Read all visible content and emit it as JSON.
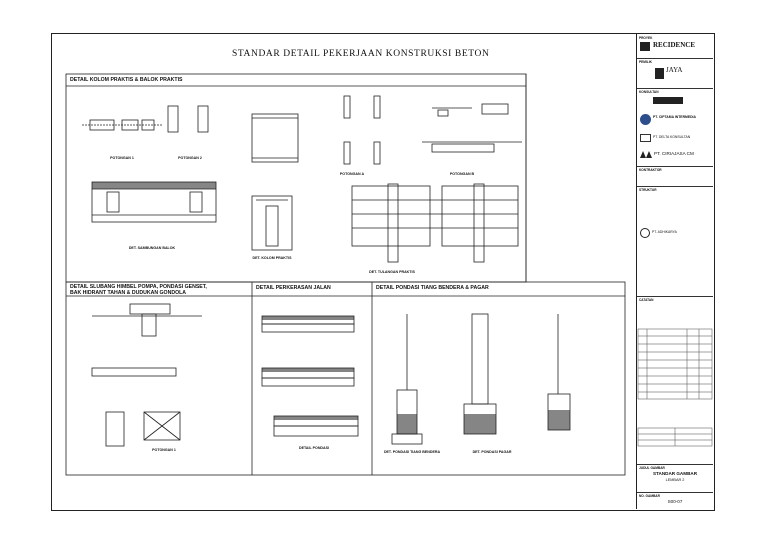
{
  "drawing": {
    "title": "STANDAR DETAIL PEKERJAAN KONSTRUKSI BETON",
    "sections": {
      "kolom": "DETAIL KOLOM PRAKTIS & BALOK PRAKTIS",
      "lubang": "DETAIL SLUBANG HIMBEL POMPA, PONDASI GENSET,\nBAK HIDRANT TAHAN & DUDUKAN GONDOLA",
      "perkerasan": "DETAIL PERKERASAN JALAN",
      "pondasi": "DETAIL PONDASI TIANG BENDERA & PAGAR"
    },
    "captions": [
      "POTONGAN 1",
      "POTONGAN 2",
      "DET. SAMBUNGAN BALOK",
      "POTONGAN A",
      "POTONGAN B",
      "DET. KOLOM PRAKTIS",
      "DET. TULANGAN PRAKTIS",
      "DETAIL PONDASI",
      "DET. PONDASI TIANG BENDERA",
      "DET. PONDASI PAGAR",
      "POTONGAN 1"
    ]
  },
  "titleblock": {
    "project_label": "PROYEK",
    "project_name": "RECIDENCE",
    "owner_label": "PEMILIK",
    "owner_name": "JAYA",
    "consultant_label": "KONSULTAN",
    "consultant_1": "PT. CIPTAMA INTERMEDIA",
    "consultant_2": "PT. DELTA KONSULTAN",
    "contractor_name": "PT. CIRIAJASA CM",
    "contractor_label": "KONTRAKTOR",
    "structure_label": "STRUKTUR",
    "company_3": "PT. ADHIKARYA",
    "notes_label": "CATATAN",
    "drawing_label": "JUDUL GAMBAR",
    "drawing_title": "STANDAR GAMBAR",
    "sheet": "LEMBAR 2",
    "no_label": "NO. GAMBAR",
    "drawing_no": "S00-07"
  },
  "colors": {
    "line": "#222222",
    "dimmed": "#555555"
  }
}
